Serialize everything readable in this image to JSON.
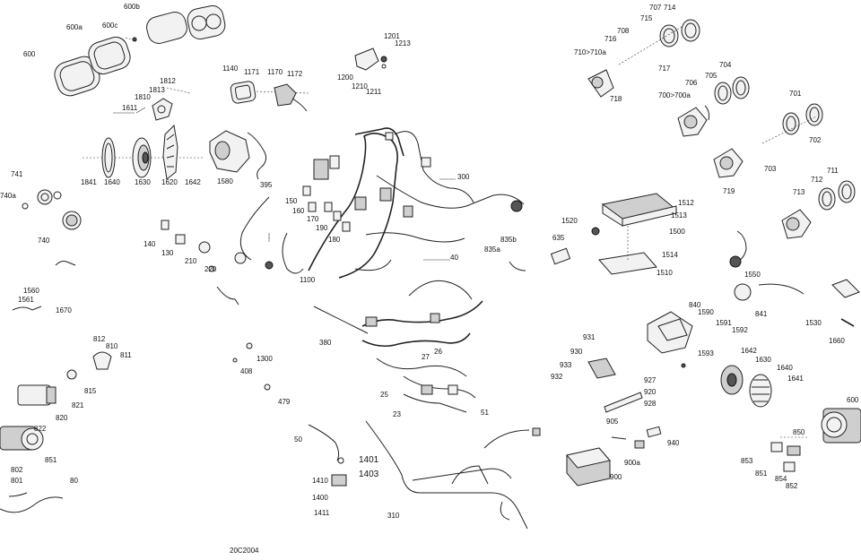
{
  "diagram": {
    "reference_code": "20C2004",
    "part_labels": [
      "600",
      "600a",
      "600c",
      "600b",
      "1140",
      "1171",
      "1170",
      "1172",
      "1201",
      "1213",
      "1200",
      "1210",
      "1211",
      "1812",
      "1813",
      "1810",
      "1611",
      "1841",
      "1640",
      "1630",
      "1620",
      "1642",
      "1580",
      "395",
      "741",
      "740a",
      "740",
      "150",
      "160",
      "170",
      "190",
      "180",
      "140",
      "130",
      "210",
      "220",
      "300",
      "40",
      "1100",
      "380",
      "1560",
      "1561",
      "1670",
      "812",
      "810",
      "811",
      "815",
      "821",
      "820",
      "822",
      "851",
      "802",
      "801",
      "80",
      "408",
      "1300",
      "479",
      "50",
      "1401",
      "1403",
      "1410",
      "1400",
      "1411",
      "310",
      "27",
      "26",
      "25",
      "23",
      "51",
      "707",
      "714",
      "715",
      "716",
      "708",
      "710>710a",
      "718",
      "717",
      "706",
      "705",
      "704",
      "700>700a",
      "701",
      "702",
      "703",
      "719",
      "712",
      "711",
      "713",
      "1512",
      "1513",
      "1500",
      "1520",
      "1514",
      "1510",
      "835b",
      "835a",
      "635",
      "1550",
      "841",
      "840",
      "1590",
      "1591",
      "1592",
      "1593",
      "1530",
      "1660",
      "1642",
      "1630",
      "1640",
      "1641",
      "931",
      "930",
      "933",
      "932",
      "927",
      "920",
      "928",
      "905",
      "940",
      "900a",
      "900",
      "600",
      "850",
      "853",
      "851",
      "854",
      "852"
    ]
  }
}
